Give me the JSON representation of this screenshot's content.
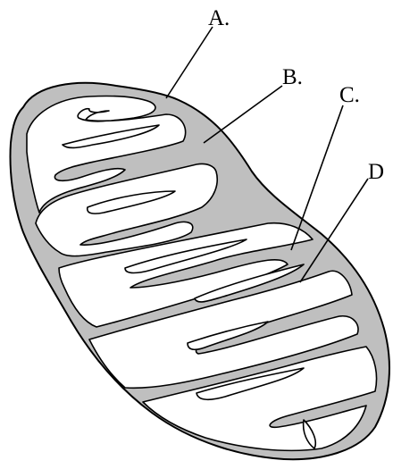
{
  "diagram": {
    "labels": {
      "a": "A.",
      "b": "B.",
      "c": "C.",
      "d": "D"
    },
    "colors": {
      "membrane_fill": "#bfbfbf",
      "matrix_fill": "#ffffff",
      "stroke": "#000000",
      "background": "#ffffff"
    }
  }
}
